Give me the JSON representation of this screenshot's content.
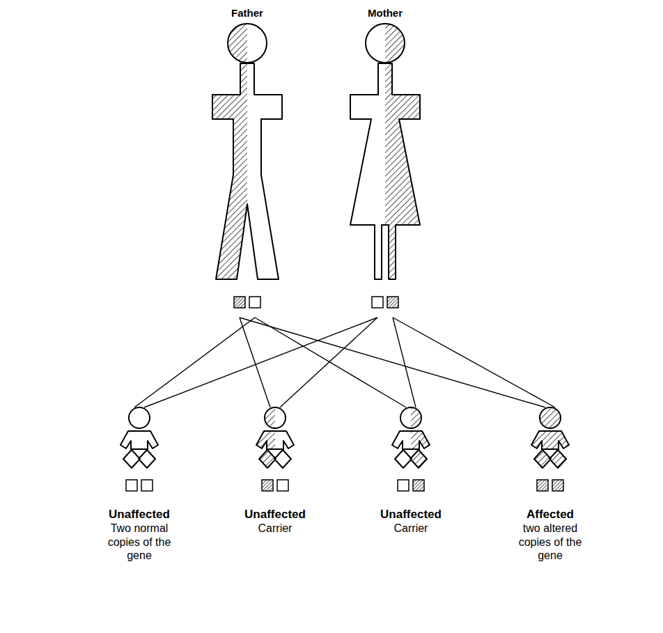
{
  "diagram": {
    "nodes": [
      {
        "text": [
          "Father"
        ]
      },
      {
        "text": [
          "Mother"
        ]
      },
      {
        "text": [
          "Unaffected",
          "Two normal copies of the gene"
        ]
      },
      {
        "text": [
          "Unaffected",
          "Carrier"
        ]
      },
      {
        "text": [
          "Unaffected",
          "Carrier"
        ]
      },
      {
        "text": [
          "Affected",
          "two altered copies of the gene"
        ]
      }
    ],
    "edges": [
      {
        "from": 0,
        "to": 2,
        "arrow": "none"
      },
      {
        "from": 0,
        "to": 3,
        "arrow": "none"
      },
      {
        "from": 0,
        "to": 4,
        "arrow": "none"
      },
      {
        "from": 0,
        "to": 5,
        "arrow": "none"
      },
      {
        "from": 1,
        "to": 2,
        "arrow": "none"
      },
      {
        "from": 1,
        "to": 3,
        "arrow": "none"
      },
      {
        "from": 1,
        "to": 4,
        "arrow": "none"
      },
      {
        "from": 1,
        "to": 5,
        "arrow": "none"
      }
    ]
  }
}
